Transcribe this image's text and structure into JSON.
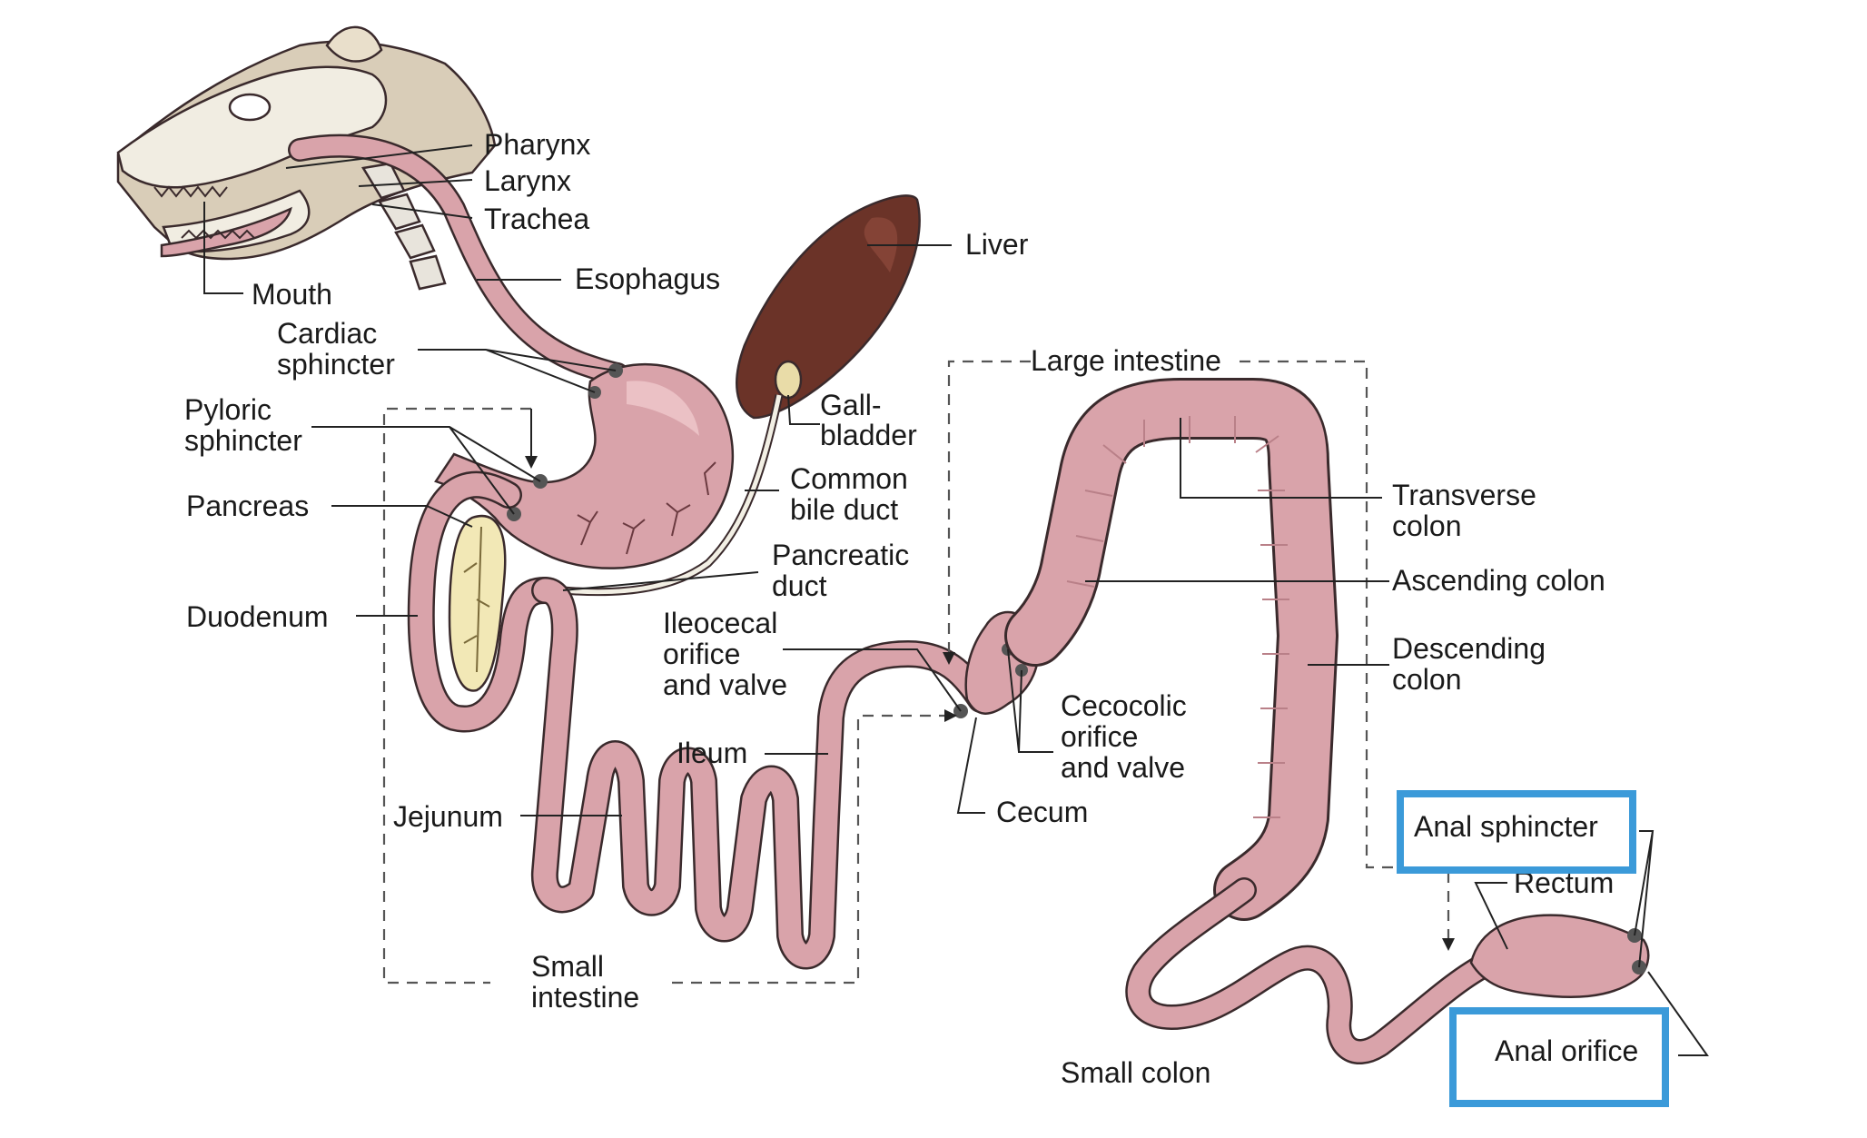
{
  "labels": {
    "pharynx": "Pharynx",
    "larynx": "Larynx",
    "trachea": "Trachea",
    "esophagus": "Esophagus",
    "mouth": "Mouth",
    "liver": "Liver",
    "cardiac_1": "Cardiac",
    "cardiac_2": "sphincter",
    "pyloric_1": "Pyloric",
    "pyloric_2": "sphincter",
    "gall_1": "Gall-",
    "gall_2": "bladder",
    "common_1": "Common",
    "common_2": "bile duct",
    "pancreas": "Pancreas",
    "pancreatic_1": "Pancreatic",
    "pancreatic_2": "duct",
    "duodenum": "Duodenum",
    "ileocecal_1": "Ileocecal",
    "ileocecal_2": "orifice",
    "ileocecal_3": "and valve",
    "ileum": "Ileum",
    "jejunum": "Jejunum",
    "small_int_1": "Small",
    "small_int_2": "intestine",
    "large_intestine": "Large intestine",
    "transverse_1": "Transverse",
    "transverse_2": "colon",
    "ascending": "Ascending colon",
    "descending_1": "Descending",
    "descending_2": "colon",
    "cecocolic_1": "Cecocolic",
    "cecocolic_2": "orifice",
    "cecocolic_3": "and valve",
    "cecum": "Cecum",
    "anal_sphincter": "Anal sphincter",
    "rectum": "Rectum",
    "anal_orifice": "Anal orifice",
    "small_colon": "Small colon"
  },
  "colors": {
    "gut_fill": "#d9a3aa",
    "gut_shadow": "#b98088",
    "liver": "#6b3328",
    "skull": "#f1ede2",
    "head": "#d9cdb8",
    "pancreas": "#f2e8b6",
    "highlight": "#3b9ad9"
  },
  "highlighted": [
    "anal_sphincter",
    "anal_orifice"
  ]
}
